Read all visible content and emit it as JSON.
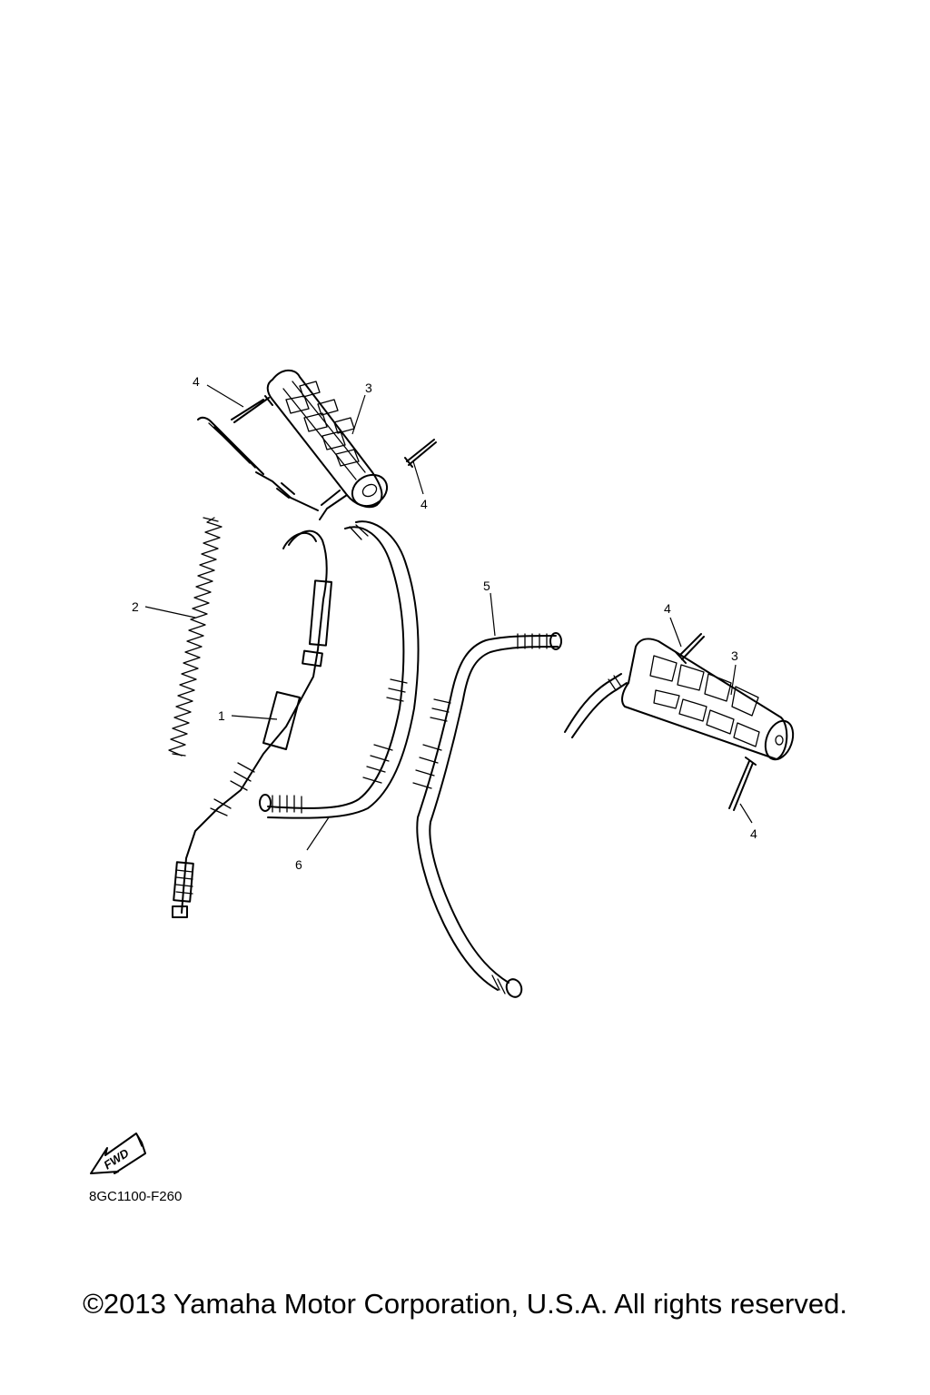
{
  "callouts": {
    "c4a": "4",
    "c3a": "3",
    "c4b": "4",
    "c2": "2",
    "c1": "1",
    "c5": "5",
    "c6": "6",
    "c4c": "4",
    "c3b": "3",
    "c4d": "4"
  },
  "fwd_label": "FWD",
  "diagram_code": "8GC1100-F260",
  "copyright": "©2013 Yamaha Motor Corporation, U.S.A. All rights reserved."
}
